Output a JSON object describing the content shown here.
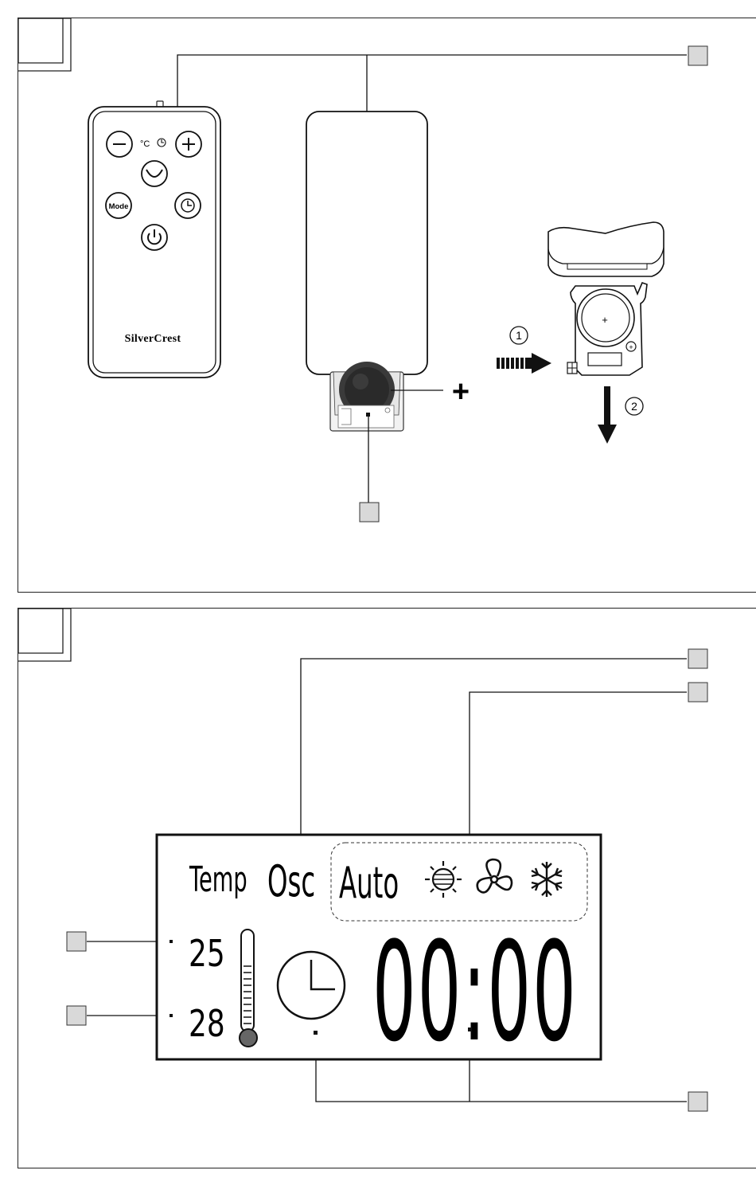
{
  "figure1": {
    "remote": {
      "brand": "SilverCrest",
      "buttons": {
        "minus": "−",
        "plus": "+",
        "unit": "°C",
        "mode": "Mode"
      }
    },
    "battery_plus": "+",
    "cell_plus": "+",
    "small_plus": "+",
    "step1": "1",
    "step2": "2"
  },
  "figure2": {
    "display": {
      "temp_label": "Temp",
      "osc_label": "Osc",
      "auto_label": "Auto",
      "temp_set": "25",
      "temp_room": "28",
      "time": "00:00"
    }
  },
  "colors": {
    "line": "#111111",
    "callout_box": "#d9d9d9",
    "battery_dark": "#2a2a2a"
  },
  "icons": [
    "sun-icon",
    "fan-icon",
    "snowflake-icon",
    "clock-icon",
    "thermometer-icon",
    "power-icon",
    "timer-icon",
    "oscillate-icon",
    "arrow-right-icon",
    "arrow-down-icon"
  ]
}
